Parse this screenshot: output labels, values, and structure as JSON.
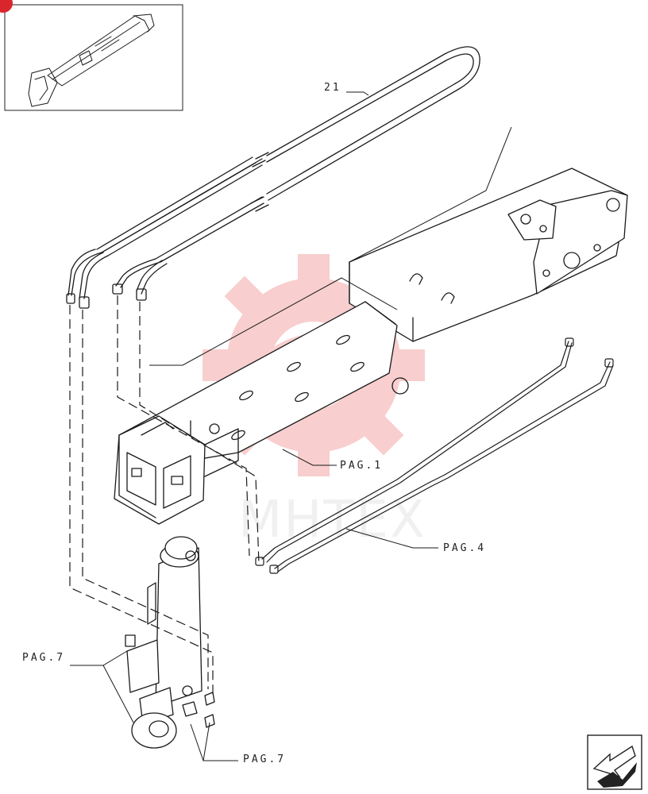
{
  "diagram": {
    "callouts": [
      {
        "id": "c21",
        "text": "21"
      },
      {
        "id": "pag1",
        "text": "PAG.1"
      },
      {
        "id": "pag4",
        "text": "PAG.4"
      },
      {
        "id": "pag7a",
        "text": "PAG.7"
      },
      {
        "id": "pag7b",
        "text": "PAG.7"
      }
    ],
    "watermark": {
      "text": "MHTEX",
      "color": "#f4a7a7"
    },
    "thumbnail_badge_color": "#d9262c",
    "nav_icon": "next-page-arrow-icon"
  }
}
